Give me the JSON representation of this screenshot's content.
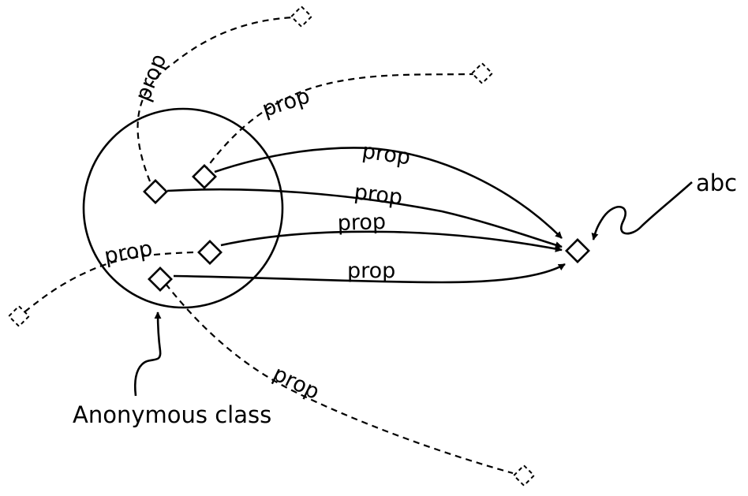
{
  "diagram": {
    "edge_label": "prop",
    "target_label": "abc",
    "group_label": "Anonymous class"
  },
  "colors": {
    "stroke": "#000000",
    "background": "#ffffff"
  }
}
